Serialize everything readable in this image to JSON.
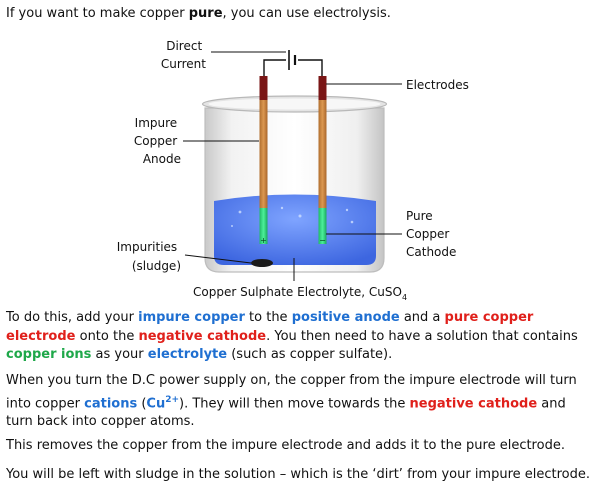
{
  "intro": {
    "before": "If you want to make copper ",
    "bold": "pure",
    "after": ", you can use electrolysis."
  },
  "diagram": {
    "labels": {
      "direct_current": [
        "Direct",
        "Current"
      ],
      "electrodes": "Electrodes",
      "impure_anode": [
        "Impure",
        "Copper",
        "Anode"
      ],
      "pure_cathode": [
        "Pure",
        "Copper",
        "Cathode"
      ],
      "impurities": [
        "Impurities",
        "(sludge)"
      ],
      "electrolyte": "Copper Sulphate Electrolyte, CuSO",
      "electrolyte_sub": "4",
      "anode_sign": "+",
      "cathode_sign": "−"
    },
    "colors": {
      "electrolyte": "#4f7df0",
      "electrode_top": "#7a1616",
      "copper_rod": "#c8833f",
      "submerged_tip": "#27d67a",
      "sludge": "#1a1a1a"
    }
  },
  "paragraphs": {
    "p1": [
      {
        "t": "To do this, add your ",
        "c": ""
      },
      {
        "t": "impure copper",
        "c": "blue"
      },
      {
        "t": " to the ",
        "c": ""
      },
      {
        "t": "positive anode",
        "c": "blue"
      },
      {
        "t": " and a ",
        "c": ""
      },
      {
        "t": "pure copper electrode",
        "c": "red"
      },
      {
        "t": " onto the ",
        "c": ""
      },
      {
        "t": "negative cathode",
        "c": "red"
      },
      {
        "t": ".  You then need to have a solution that contains ",
        "c": ""
      },
      {
        "t": "copper ions",
        "c": "green"
      },
      {
        "t": " as your ",
        "c": ""
      },
      {
        "t": "electrolyte",
        "c": "blue"
      },
      {
        "t": " (such as copper sulfate).",
        "c": ""
      }
    ],
    "p2": [
      {
        "t": "When you turn the D.C power supply on, the copper from the impure electrode will turn into copper ",
        "c": ""
      },
      {
        "t": "cations",
        "c": "blue"
      },
      {
        "t": " (",
        "c": ""
      },
      {
        "t": "Cu",
        "c": "blue"
      },
      {
        "t": "2+",
        "c": "blue",
        "sup": true
      },
      {
        "t": "). They will then move towards the ",
        "c": ""
      },
      {
        "t": "negative cathode",
        "c": "red"
      },
      {
        "t": " and turn back into copper atoms.",
        "c": ""
      }
    ],
    "p3": "This removes the copper from the impure electrode and adds it to the pure electrode.",
    "p4": "You will be left with sludge in the solution – which is the ‘dirt’ from your impure electrode."
  }
}
